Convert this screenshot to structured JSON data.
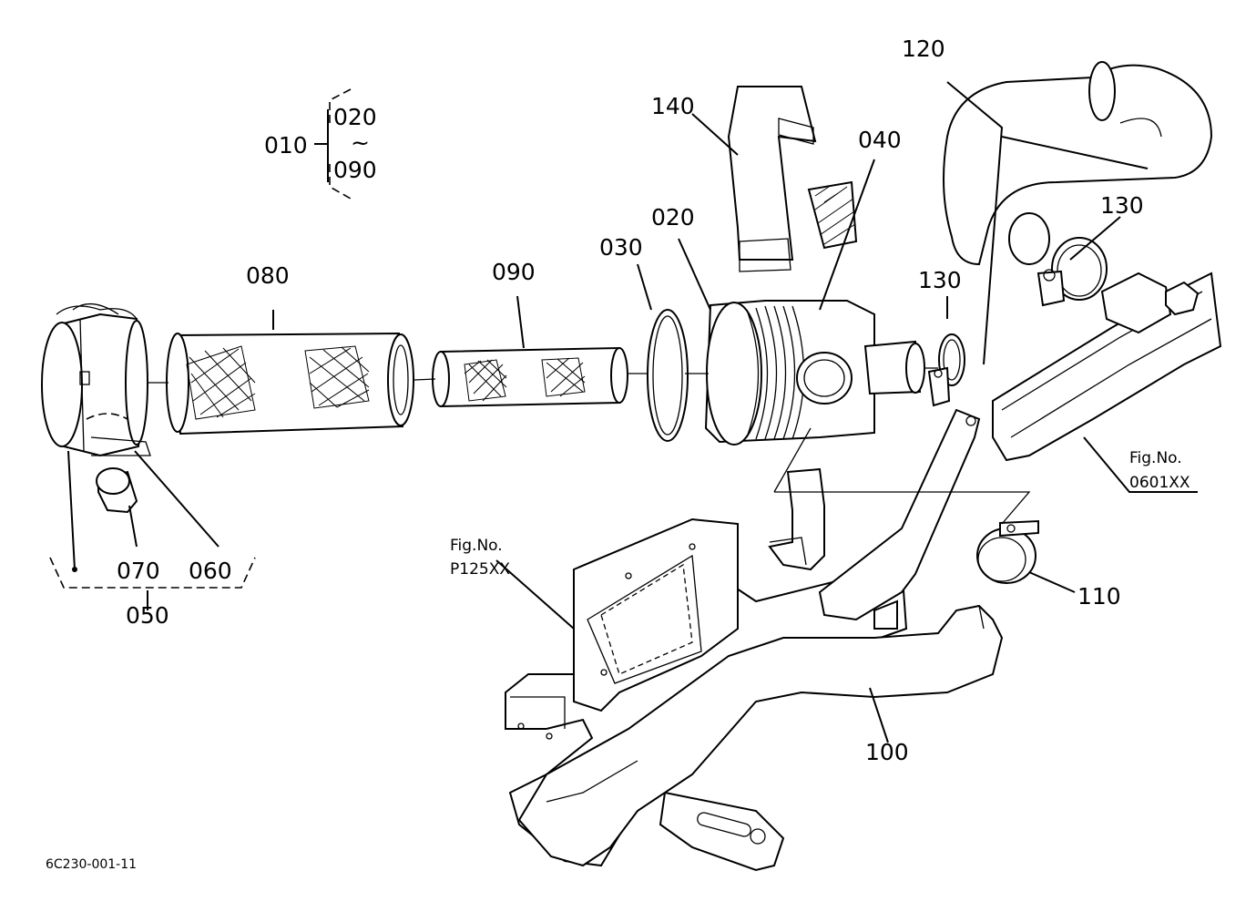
{
  "diagram": {
    "part_numbers": {
      "p010": "010",
      "p020": "020",
      "p020_range_start": "020",
      "p020_range_tilde": "~",
      "p090_range_end": "090",
      "p030": "030",
      "p040": "040",
      "p050": "050",
      "p060": "060",
      "p070": "070",
      "p080": "080",
      "p090": "090",
      "p100": "100",
      "p110": "110",
      "p120": "120",
      "p130_upper": "130",
      "p130_lower": "130",
      "p140": "140"
    },
    "figure_refs": {
      "ref_right_label": "Fig.No.",
      "ref_right_code": "0601XX",
      "ref_left_label": "Fig.No.",
      "ref_left_code": "P125XX"
    },
    "drawing_code": "6C230-001-11"
  }
}
